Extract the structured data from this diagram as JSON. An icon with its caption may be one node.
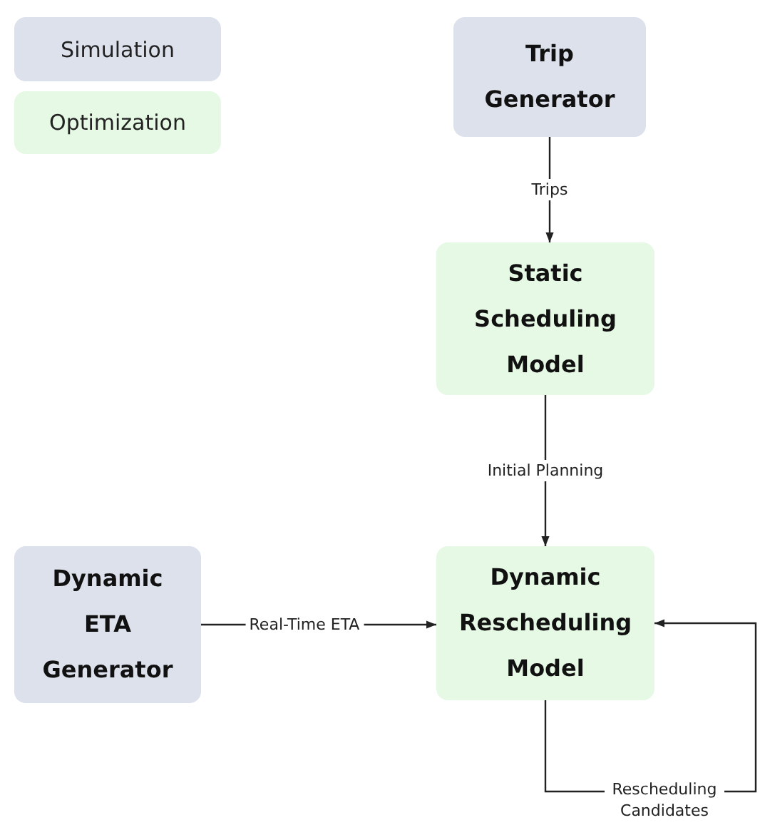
{
  "diagram": {
    "nodes": [
      {
        "text": [
          "Trip Generator"
        ]
      },
      {
        "text": [
          "Static Scheduling Model"
        ]
      },
      {
        "text": [
          "Dynamic ETA Generator"
        ]
      },
      {
        "text": [
          "Dynamic Rescheduling Model"
        ]
      }
    ],
    "edges": [
      {
        "from": 0,
        "to": 1,
        "arrow": "to",
        "label": "Trips"
      },
      {
        "from": 1,
        "to": 3,
        "arrow": "to",
        "label": "Initial Planning"
      },
      {
        "from": 2,
        "to": 3,
        "arrow": "to",
        "label": "Real-Time ETA"
      },
      {
        "from": 3,
        "to": 3,
        "arrow": "to",
        "label": "Rescheduling Candidates"
      }
    ],
    "legend": [
      {
        "text": "Simulation",
        "color": "#dce1ec"
      },
      {
        "text": "Optimization",
        "color": "#e6f9e4"
      }
    ]
  }
}
